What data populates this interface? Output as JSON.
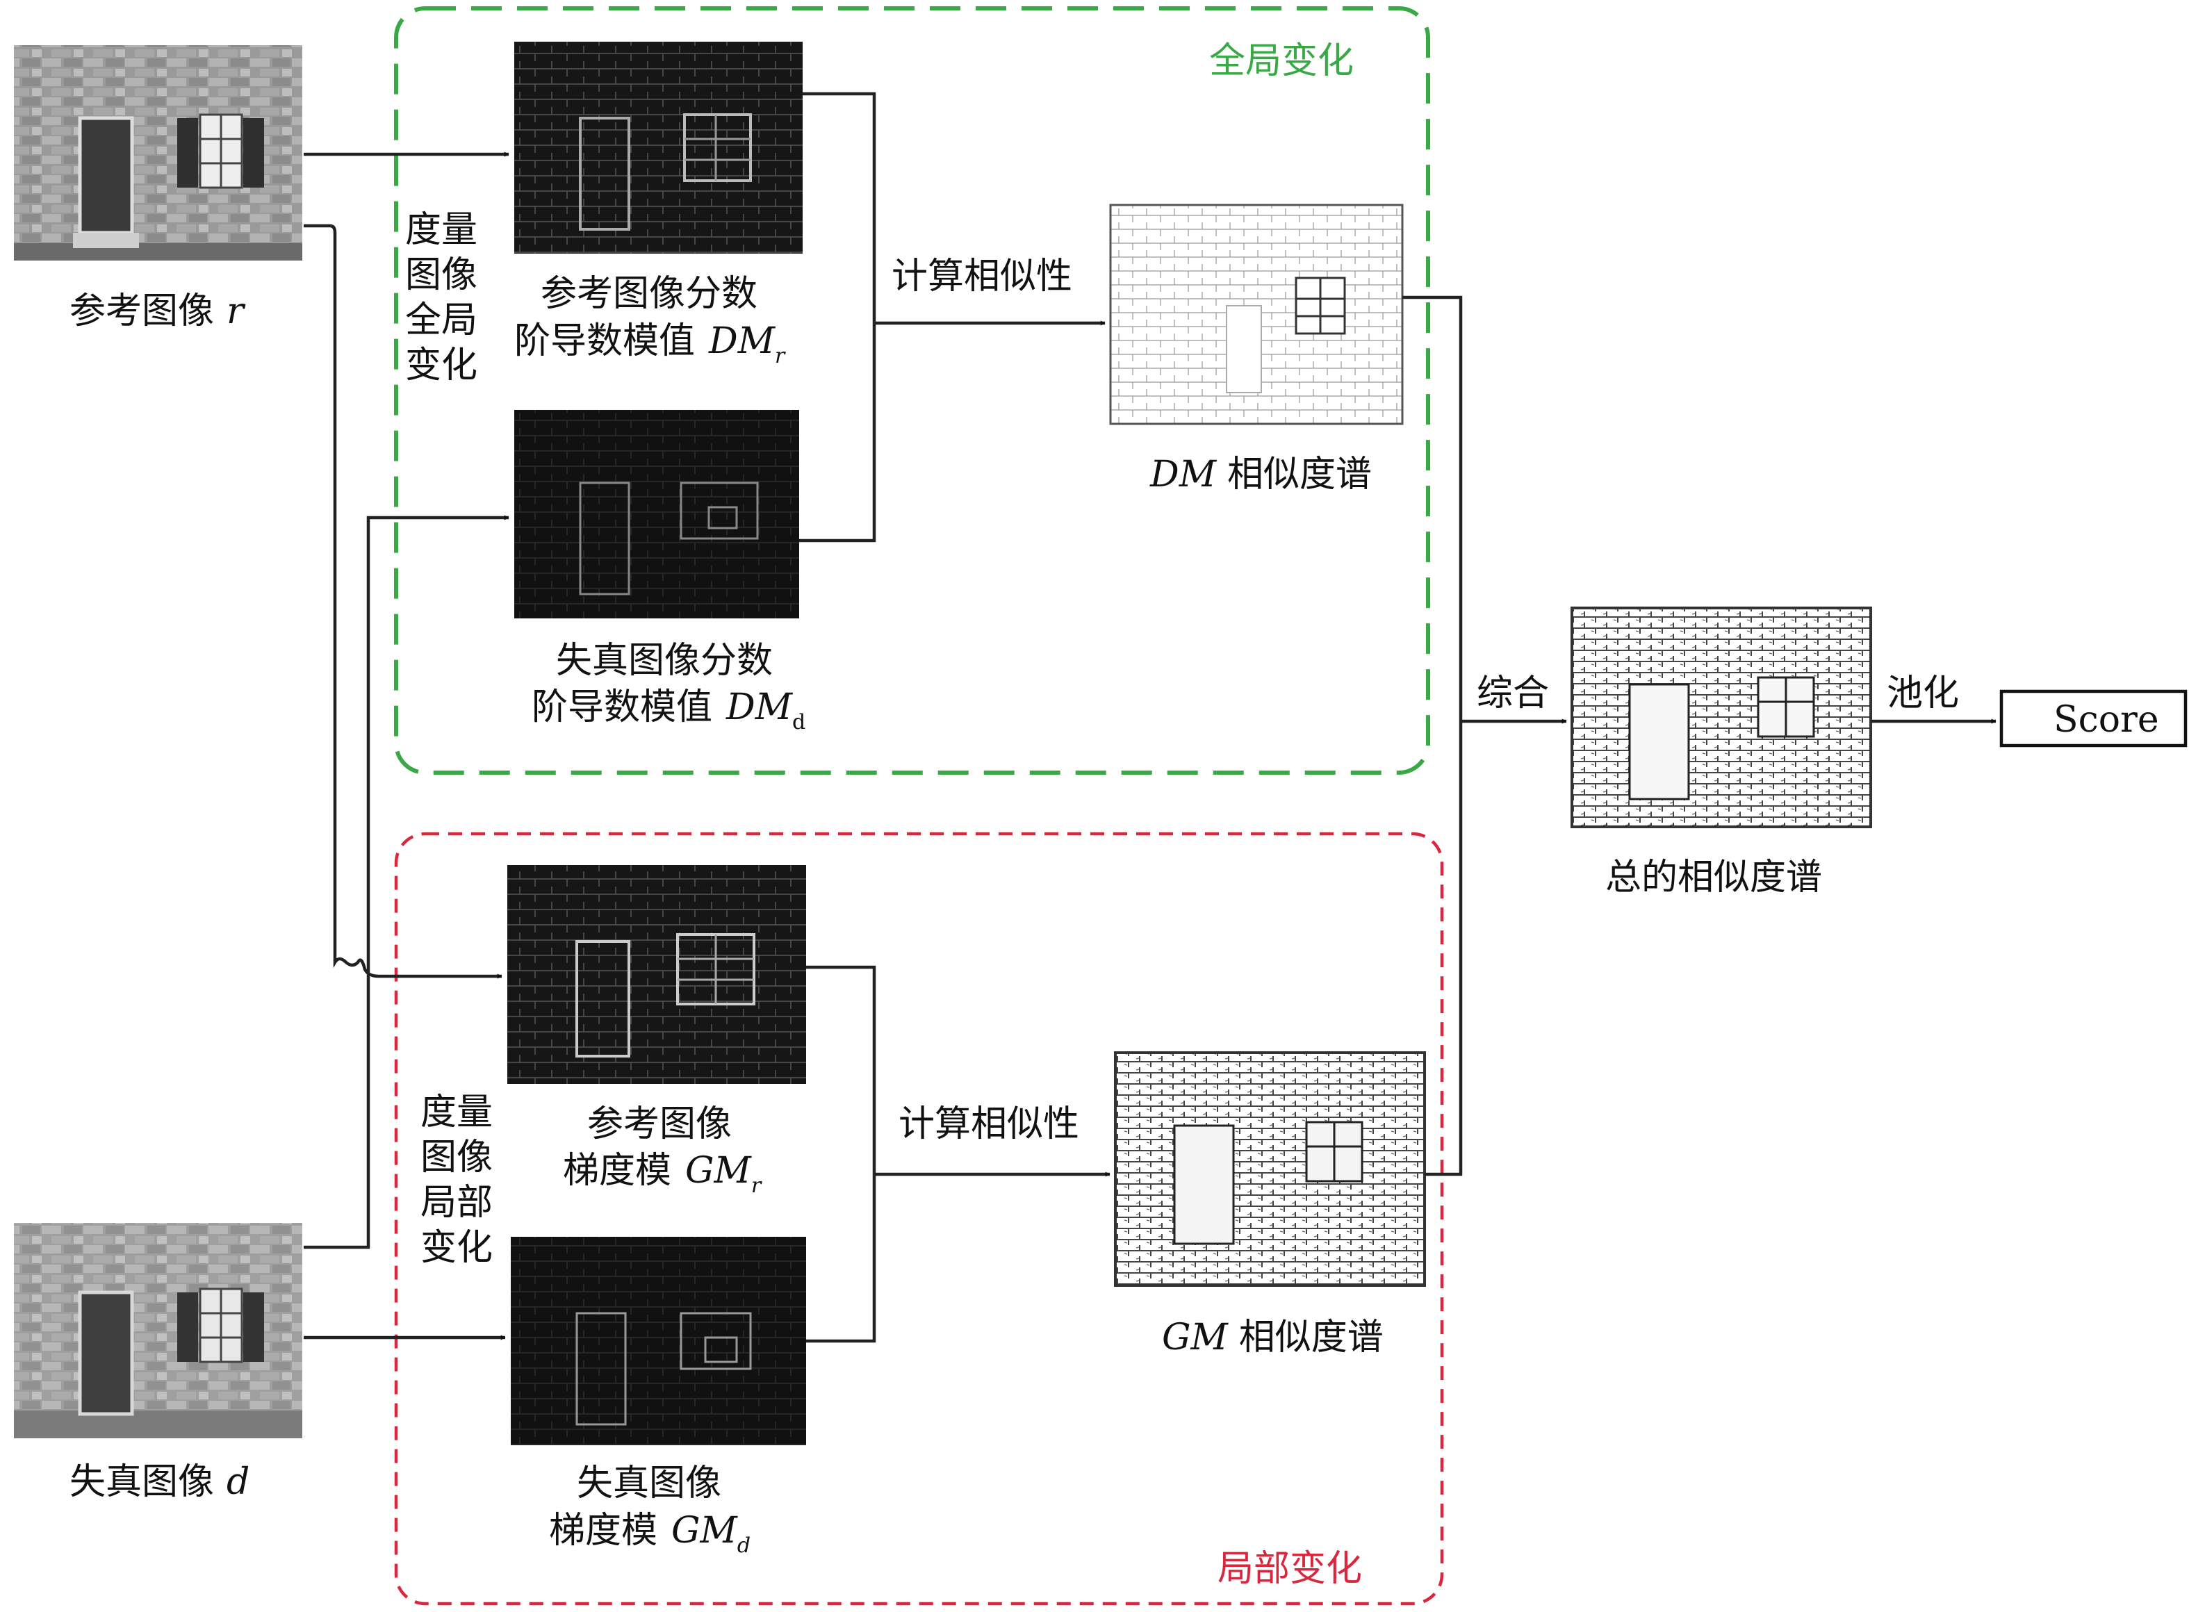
{
  "regions": {
    "global": {
      "label": "全局变化",
      "color": "#3aa846"
    },
    "local": {
      "label": "局部变化",
      "color": "#d9283d"
    }
  },
  "inputs": {
    "reference": {
      "label": "参考图像",
      "var": "r"
    },
    "distorted": {
      "label": "失真图像",
      "var": "d"
    }
  },
  "side_labels": {
    "global": [
      "度量",
      "图像",
      "全局",
      "变化"
    ],
    "local": [
      "度量",
      "图像",
      "局部",
      "变化"
    ]
  },
  "feature_maps": {
    "dm_ref": {
      "line1": "参考图像分数",
      "line2": "阶导数模值",
      "sym": "DM",
      "sub": "r"
    },
    "dm_dist": {
      "line1": "失真图像分数",
      "line2": "阶导数模值",
      "sym": "DM",
      "sub": "d"
    },
    "gm_ref": {
      "line1": "参考图像",
      "line2": "梯度模",
      "sym": "GM",
      "sub": "r"
    },
    "gm_dist": {
      "line1": "失真图像",
      "line2": "梯度模",
      "sym": "GM",
      "sub": "d"
    }
  },
  "operations": {
    "compute_similarity": "计算相似性",
    "combine": "综合",
    "pooling": "池化"
  },
  "similarity_maps": {
    "dm": {
      "sym": "DM",
      "label": "相似度谱"
    },
    "gm": {
      "sym": "GM",
      "label": "相似度谱"
    },
    "total": {
      "label": "总的相似度谱"
    }
  },
  "output": {
    "label": "Score"
  }
}
